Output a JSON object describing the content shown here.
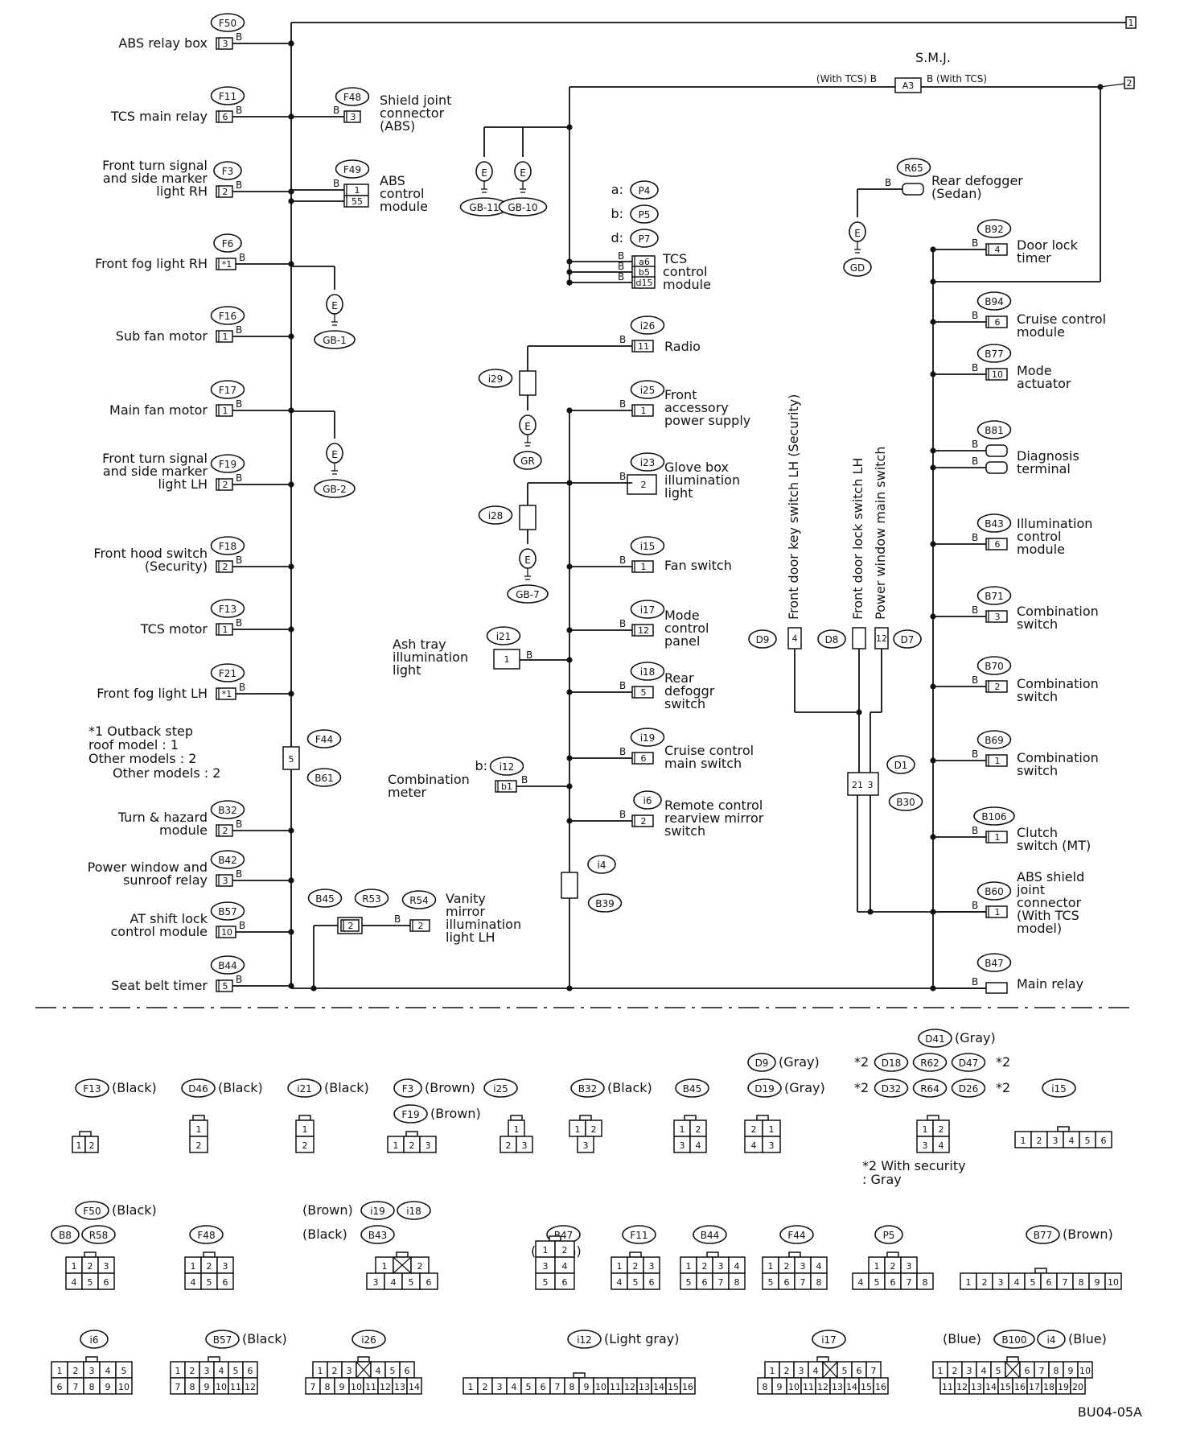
{
  "left_components": [
    {
      "code": "F50",
      "label": [
        "ABS relay box"
      ],
      "pin": "3"
    },
    {
      "code": "F11",
      "label": [
        "TCS main relay"
      ],
      "pin": "6"
    },
    {
      "code": "F3",
      "label": [
        "Front turn signal",
        "and side marker",
        "light RH"
      ],
      "pin": "2"
    },
    {
      "code": "F6",
      "label": [
        "Front fog light RH"
      ],
      "pin": "*1"
    },
    {
      "code": "F16",
      "label": [
        "Sub fan motor"
      ],
      "pin": "1"
    },
    {
      "code": "F17",
      "label": [
        "Main fan motor"
      ],
      "pin": "1"
    },
    {
      "code": "F19",
      "label": [
        "Front turn signal",
        "and side marker",
        "light LH"
      ],
      "pin": "2"
    },
    {
      "code": "F18",
      "label": [
        "Front hood switch",
        "(Security)"
      ],
      "pin": "2"
    },
    {
      "code": "F13",
      "label": [
        "TCS motor"
      ],
      "pin": "1"
    },
    {
      "code": "F21",
      "label": [
        "Front fog light LH"
      ],
      "pin": "*1"
    },
    {
      "code": "B32",
      "label": [
        "Turn & hazard",
        "module"
      ],
      "pin": "2"
    },
    {
      "code": "B42",
      "label": [
        "Power window and",
        "sunroof relay"
      ],
      "pin": "3"
    },
    {
      "code": "B57",
      "label": [
        "AT shift lock",
        "control module"
      ],
      "pin": "10"
    },
    {
      "code": "B44",
      "label": [
        "Seat belt timer"
      ],
      "pin": "5"
    }
  ],
  "left_grounds": [
    "GB-1",
    "GB-2"
  ],
  "footnote_outback": [
    "*1  Outback step",
    "roof model     : 1",
    "Other models : 2"
  ],
  "f44_b61": {
    "top": "F44",
    "bottom": "B61",
    "pin": "5"
  },
  "f48": {
    "code": "F48",
    "pin": "3",
    "label": [
      "Shield joint",
      "connector",
      "(ABS)"
    ]
  },
  "f49": {
    "code": "F49",
    "pins": [
      "1",
      "55"
    ],
    "label": [
      "ABS",
      "control",
      "module"
    ]
  },
  "vanity": {
    "codes": [
      "B45",
      "R53",
      "R54"
    ],
    "pins": [
      "2",
      "2"
    ],
    "label": [
      "Vanity",
      "mirror",
      "illumination",
      "light LH"
    ]
  },
  "wire_color": "B",
  "end_markers": [
    "1",
    "2"
  ],
  "smj": {
    "title": "S.M.J.",
    "pin": "A3",
    "left": "(With TCS) B",
    "right": "B (With TCS)"
  },
  "top_grounds": [
    "GB-11",
    "GB-10"
  ],
  "tcs_variants": [
    {
      "k": "a:",
      "c": "P4"
    },
    {
      "k": "b:",
      "c": "P5"
    },
    {
      "k": "d:",
      "c": "P7"
    }
  ],
  "tcs_module": {
    "pins": [
      "a6",
      "b5",
      "d15"
    ],
    "label": [
      "TCS",
      "control",
      "module"
    ]
  },
  "rear_defogger": {
    "code": "R65",
    "label": [
      "Rear defogger",
      "(Sedan)"
    ],
    "ground": "GD"
  },
  "middle_components": [
    {
      "code": "i26",
      "pin": "11",
      "label": [
        "Radio"
      ]
    },
    {
      "code": "i25",
      "pin": "1",
      "label": [
        "Front",
        "accessory",
        "power supply"
      ]
    },
    {
      "code": "i23",
      "pin": "2",
      "label": [
        "Glove box",
        "illumination",
        "light"
      ]
    },
    {
      "code": "i15",
      "pin": "1",
      "label": [
        "Fan switch"
      ]
    },
    {
      "code": "i17",
      "pin": "12",
      "label": [
        "Mode",
        "control",
        "panel"
      ]
    },
    {
      "code": "i18",
      "pin": "5",
      "label": [
        "Rear",
        "defoggr",
        "switch"
      ]
    },
    {
      "code": "i19",
      "pin": "6",
      "label": [
        "Cruise control",
        "main switch"
      ]
    },
    {
      "code": "i6",
      "pin": "2",
      "label": [
        "Remote control",
        "rearview mirror",
        "switch"
      ]
    }
  ],
  "mid_joint_i29": {
    "code": "i29",
    "ground": "GR"
  },
  "mid_joint_i28": {
    "code": "i28",
    "ground": "GB-7"
  },
  "ash_tray": {
    "code": "i21",
    "pin": "1",
    "label": [
      "Ash tray",
      "illumination",
      "light"
    ]
  },
  "comb_meter": {
    "prefix": "b:",
    "code": "i12",
    "pin": "b1",
    "label": [
      "Combination",
      "meter"
    ]
  },
  "i4_b39": {
    "top": "i4",
    "bottom": "B39"
  },
  "door_switches": [
    {
      "code": "D9",
      "pin": "4",
      "label": "Front door key switch LH (Security)"
    },
    {
      "code": "D8",
      "pin": "",
      "label": "Front door lock switch LH"
    },
    {
      "code": "D7",
      "pin": "12",
      "label": "Power window main switch"
    }
  ],
  "d1_b30": {
    "top": "D1",
    "bottom": "B30",
    "pins": [
      "21",
      "3"
    ]
  },
  "right_components": [
    {
      "code": "B92",
      "pin": "4",
      "label": [
        "Door lock",
        "timer"
      ]
    },
    {
      "code": "B94",
      "pin": "6",
      "label": [
        "Cruise control",
        "module"
      ]
    },
    {
      "code": "B77",
      "pin": "10",
      "label": [
        "Mode",
        "actuator"
      ]
    },
    {
      "code": "B81",
      "pin": "",
      "label": [
        "Diagnosis",
        "terminal"
      ]
    },
    {
      "code": "B43",
      "pin": "6",
      "label": [
        "Illumination",
        "control",
        "module"
      ]
    },
    {
      "code": "B71",
      "pin": "3",
      "label": [
        "Combination",
        "switch"
      ]
    },
    {
      "code": "B70",
      "pin": "2",
      "label": [
        "Combination",
        "switch"
      ]
    },
    {
      "code": "B69",
      "pin": "1",
      "label": [
        "Combination",
        "switch"
      ]
    },
    {
      "code": "B106",
      "pin": "1",
      "label": [
        "Clutch",
        "switch (MT)"
      ]
    },
    {
      "code": "B60",
      "pin": "1",
      "label": [
        "ABS shield",
        "joint",
        "connector",
        "(With TCS",
        "model)"
      ]
    },
    {
      "code": "B47",
      "pin": "",
      "label": [
        "Main relay"
      ]
    }
  ],
  "connector_row1": [
    {
      "labels": [
        {
          "c": "F13",
          "t": "(Black)"
        }
      ],
      "rows": [
        [
          "1",
          "2"
        ]
      ]
    },
    {
      "labels": [
        {
          "c": "D46",
          "t": "(Black)"
        }
      ],
      "rows": [
        [
          "1"
        ],
        [
          "2"
        ]
      ]
    },
    {
      "labels": [
        {
          "c": "i21",
          "t": "(Black)"
        }
      ],
      "rows": [
        [
          "1"
        ],
        [
          "2"
        ]
      ]
    },
    {
      "labels": [
        {
          "c": "F3",
          "t": "(Brown)"
        },
        {
          "c": "F19",
          "t": "(Brown)"
        }
      ],
      "rows": [
        [
          "1",
          "2",
          "3"
        ]
      ]
    },
    {
      "labels": [
        {
          "c": "i25",
          "t": ""
        }
      ],
      "rows": [
        [
          "1"
        ],
        [
          "2",
          "3"
        ]
      ]
    },
    {
      "labels": [
        {
          "c": "B32",
          "t": "(Black)"
        }
      ],
      "rows": [
        [
          "1",
          "2"
        ],
        [
          "3"
        ]
      ]
    },
    {
      "labels": [
        {
          "c": "B45",
          "t": ""
        }
      ],
      "rows": [
        [
          "1",
          "2"
        ],
        [
          "3",
          "4"
        ]
      ]
    },
    {
      "labels": [
        {
          "c": "D9",
          "t": "(Gray)"
        },
        {
          "c": "D19",
          "t": "(Gray)"
        }
      ],
      "rows": [
        [
          "2",
          "1"
        ],
        [
          "4",
          "3"
        ]
      ]
    },
    {
      "labels": [
        {
          "c": "D41",
          "t": "(Gray)"
        }
      ],
      "rows": [
        [
          "1",
          "2"
        ],
        [
          "3",
          "4"
        ]
      ]
    },
    {
      "labels": [
        {
          "c": "i15",
          "t": ""
        }
      ],
      "rows": [
        [
          "1",
          "2",
          "3",
          "4",
          "5",
          "6"
        ]
      ]
    }
  ],
  "security_codes": {
    "mark": "*2",
    "row1": [
      "D18",
      "R62",
      "D47"
    ],
    "row2": [
      "D32",
      "R64",
      "D26"
    ]
  },
  "security_note": [
    "*2  With security",
    ": Gray"
  ],
  "connector_row2": [
    {
      "labels": [
        {
          "c": "F50",
          "t": "(Black)"
        },
        {
          "c": "B8",
          "t": ""
        },
        {
          "c": "R58",
          "t": ""
        }
      ],
      "rows": [
        [
          "1",
          "2",
          "3"
        ],
        [
          "4",
          "5",
          "6"
        ]
      ]
    },
    {
      "labels": [
        {
          "c": "F48",
          "t": ""
        }
      ],
      "rows": [
        [
          "1",
          "2",
          "3"
        ],
        [
          "4",
          "5",
          "6"
        ]
      ]
    },
    {
      "labels": [
        {
          "c": "i19",
          "t": "(Brown)"
        },
        {
          "c": "i18",
          "t": ""
        },
        {
          "c": "B43",
          "t": "(Black)"
        }
      ],
      "rows": [
        [
          "1",
          "",
          "2"
        ],
        [
          "3",
          "4",
          "5",
          "6"
        ]
      ]
    },
    {
      "labels": [
        {
          "c": "B47",
          "t": "(Brown)"
        }
      ],
      "rows": [
        [
          "1",
          "2"
        ],
        [
          "3",
          "4"
        ],
        [
          "5",
          "6"
        ]
      ]
    },
    {
      "labels": [
        {
          "c": "F11",
          "t": ""
        }
      ],
      "rows": [
        [
          "1",
          "2",
          "3"
        ],
        [
          "4",
          "5",
          "6"
        ]
      ]
    },
    {
      "labels": [
        {
          "c": "B44",
          "t": ""
        }
      ],
      "rows": [
        [
          "1",
          "2",
          "3",
          "4"
        ],
        [
          "5",
          "6",
          "7",
          "8"
        ]
      ]
    },
    {
      "labels": [
        {
          "c": "F44",
          "t": ""
        }
      ],
      "rows": [
        [
          "1",
          "2",
          "3",
          "4"
        ],
        [
          "5",
          "6",
          "7",
          "8"
        ]
      ]
    },
    {
      "labels": [
        {
          "c": "P5",
          "t": ""
        }
      ],
      "rows": [
        [
          "1",
          "2",
          "3"
        ],
        [
          "4",
          "5",
          "6",
          "7",
          "8"
        ]
      ]
    },
    {
      "labels": [
        {
          "c": "B77",
          "t": "(Brown)"
        }
      ],
      "rows": [
        [
          "1",
          "2",
          "3",
          "4",
          "5",
          "6",
          "7",
          "8",
          "9",
          "10"
        ]
      ]
    }
  ],
  "connector_row3": [
    {
      "labels": [
        {
          "c": "i6",
          "t": ""
        }
      ],
      "rows": [
        [
          "1",
          "2",
          "3",
          "4",
          "5"
        ],
        [
          "6",
          "7",
          "8",
          "9",
          "10"
        ]
      ]
    },
    {
      "labels": [
        {
          "c": "B57",
          "t": "(Black)"
        }
      ],
      "rows": [
        [
          "1",
          "2",
          "3",
          "4",
          "5",
          "6"
        ],
        [
          "7",
          "8",
          "9",
          "10",
          "11",
          "12"
        ]
      ]
    },
    {
      "labels": [
        {
          "c": "i26",
          "t": ""
        }
      ],
      "rows": [
        [
          "1",
          "2",
          "3",
          "",
          "4",
          "5",
          "6"
        ],
        [
          "7",
          "8",
          "9",
          "10",
          "11",
          "12",
          "13",
          "14"
        ]
      ]
    },
    {
      "labels": [
        {
          "c": "i12",
          "t": "(Light gray)"
        }
      ],
      "rows": [
        [
          "1",
          "2",
          "3",
          "4",
          "5",
          "6",
          "7",
          "8",
          "9",
          "10",
          "11",
          "12",
          "13",
          "14",
          "15",
          "16"
        ]
      ]
    },
    {
      "labels": [
        {
          "c": "i17",
          "t": ""
        }
      ],
      "rows": [
        [
          "1",
          "2",
          "3",
          "4",
          "",
          "5",
          "6",
          "7"
        ],
        [
          "8",
          "9",
          "10",
          "11",
          "12",
          "13",
          "14",
          "15",
          "16"
        ]
      ]
    },
    {
      "labels": [
        {
          "t": "(Blue)"
        },
        {
          "c": "B100",
          "t": ""
        },
        {
          "c": "i4",
          "t": "(Blue)"
        }
      ],
      "rows": [
        [
          "1",
          "2",
          "3",
          "4",
          "5",
          "",
          "6",
          "7",
          "8",
          "9",
          "10"
        ],
        [
          "11",
          "12",
          "13",
          "14",
          "15",
          "16",
          "17",
          "18",
          "19",
          "20"
        ]
      ]
    }
  ],
  "page_code": "BU04-05A"
}
